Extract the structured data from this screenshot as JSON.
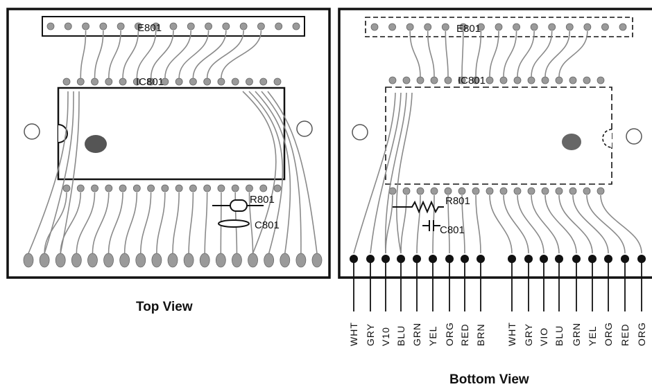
{
  "top_view": {
    "caption": "Top View",
    "connector_label": "E801",
    "ic_label": "IC801",
    "resistor_label": "R801",
    "capacitor_label": "C801"
  },
  "bottom_view": {
    "caption": "Bottom View",
    "connector_label": "E801",
    "ic_label": "IC801",
    "resistor_label": "R801",
    "capacitor_label": "C801",
    "wire_labels": [
      "WHT",
      "GRY",
      "V10",
      "BLU",
      "GRN",
      "YEL",
      "ORG",
      "RED",
      "BRN",
      "WHT",
      "GRY",
      "VIO",
      "BLU",
      "GRN",
      "YEL",
      "ORG",
      "RED",
      "ORG"
    ]
  }
}
